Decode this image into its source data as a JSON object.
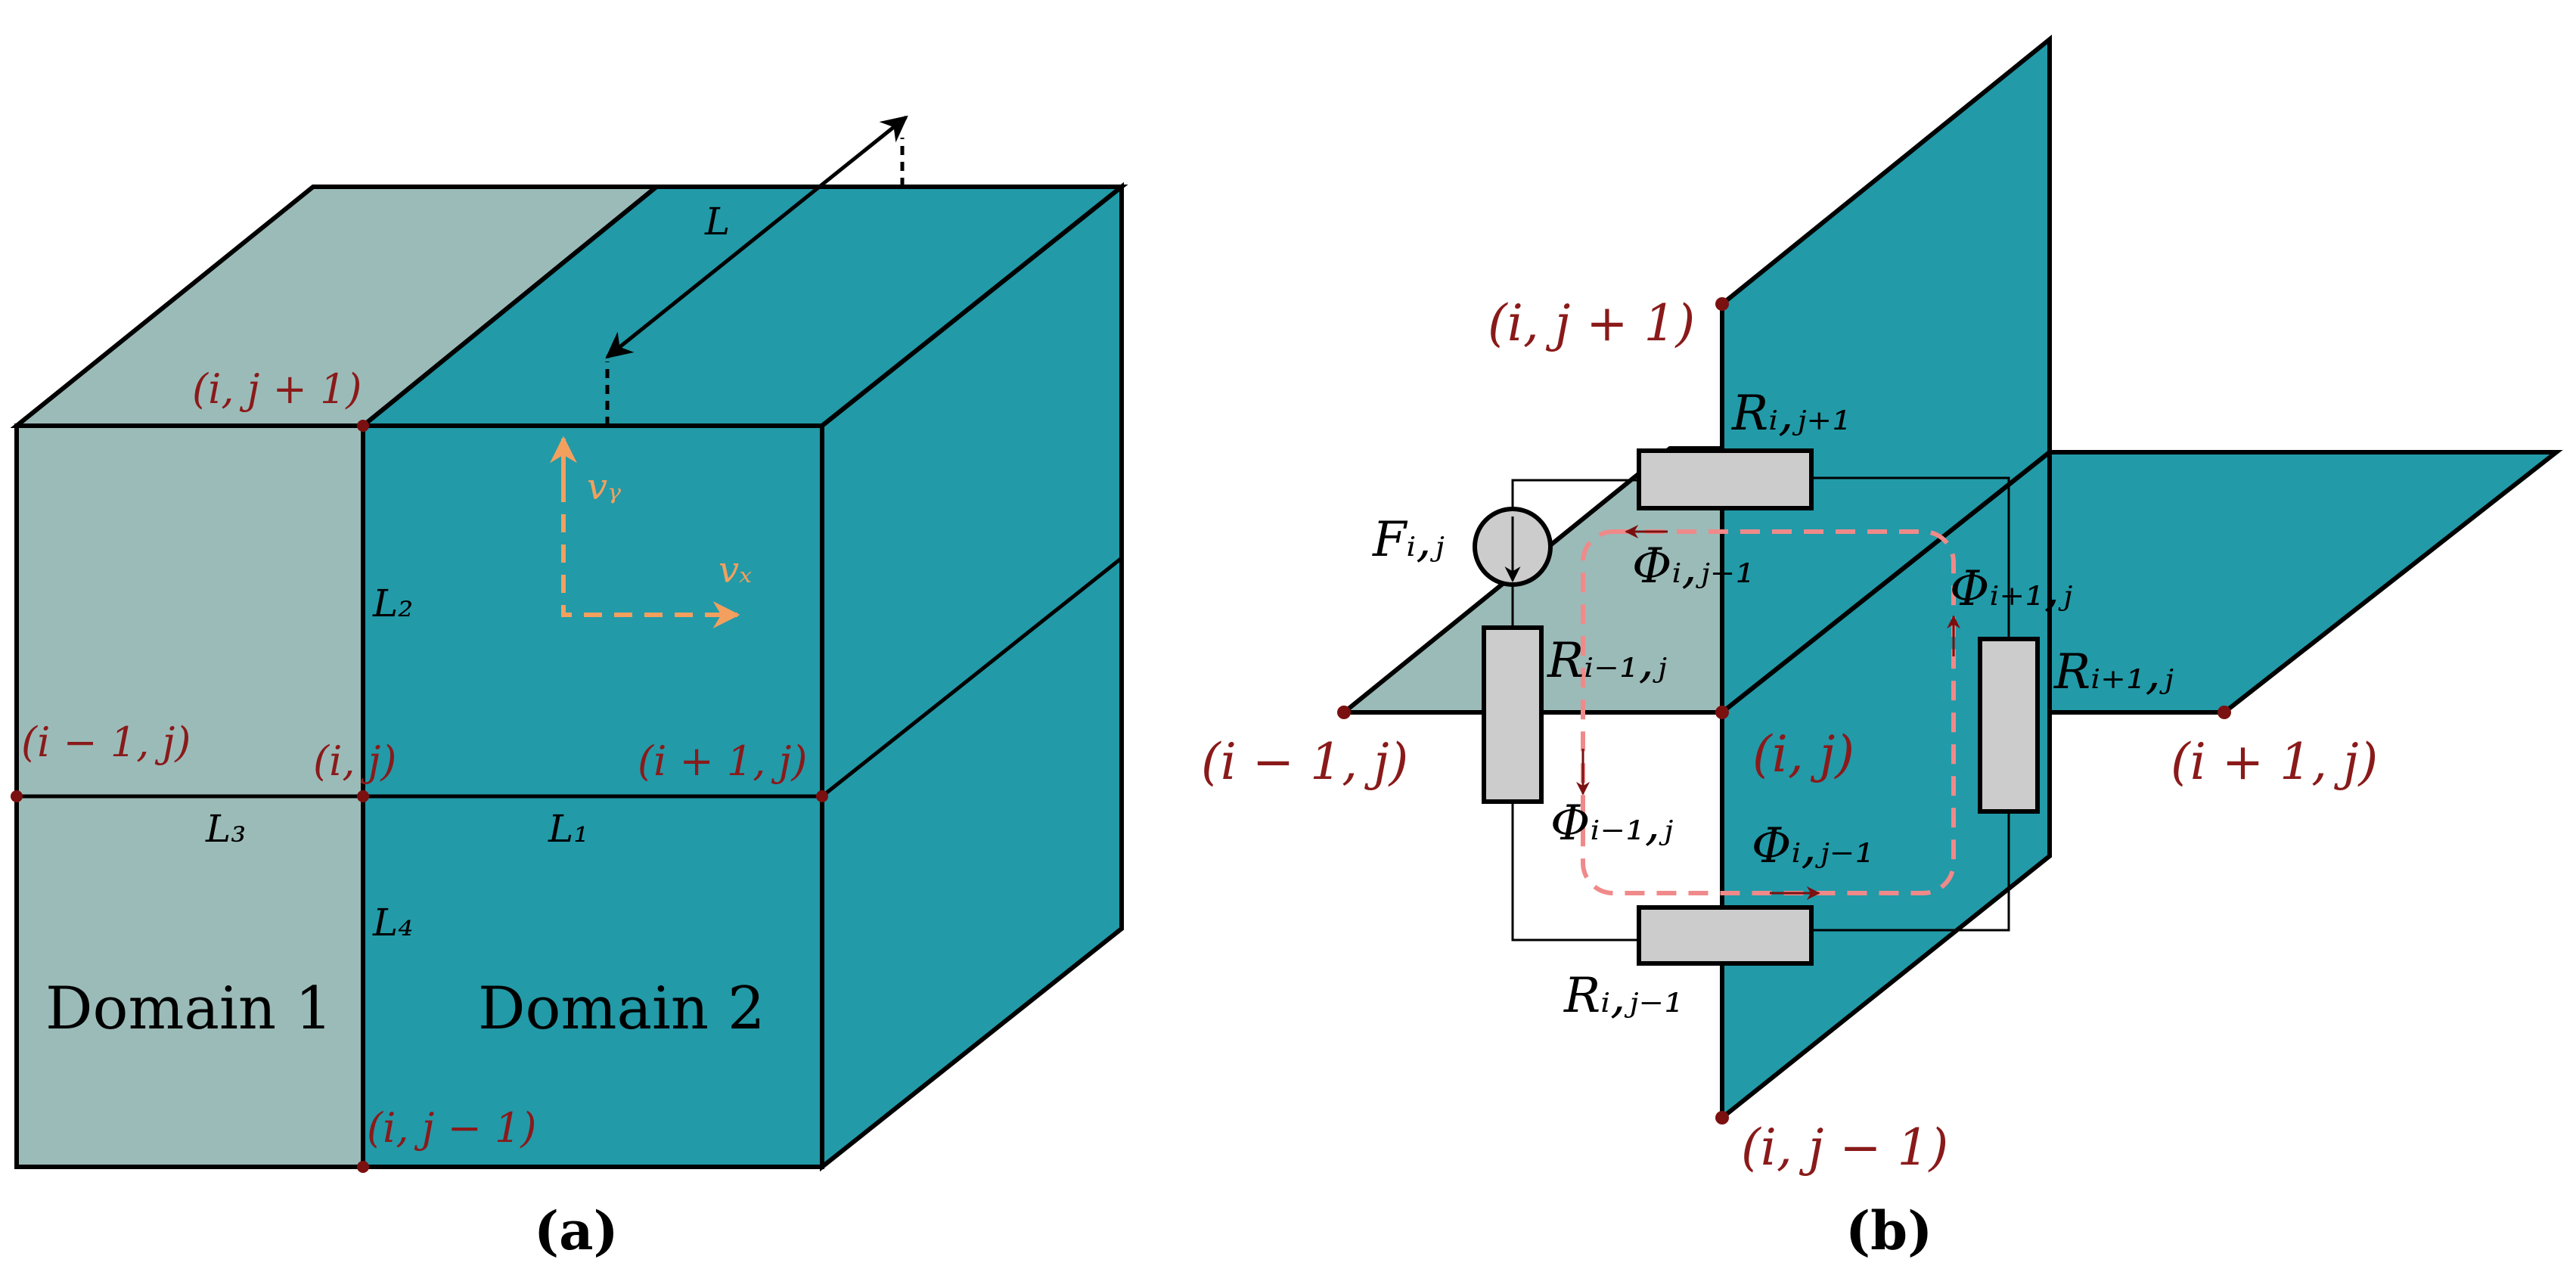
{
  "colors": {
    "teal": "#229aa8",
    "gray_teal": "#9bbbb8",
    "node": "#7b1010",
    "node_label": "#8a1a1a",
    "velocity": "#f3a05e",
    "flux_loop": "#f08a8a",
    "resistor_fill": "#cccccc"
  },
  "panel_a": {
    "caption": "(a)",
    "domain1": "Domain 1",
    "domain2": "Domain 2",
    "length_L": "L",
    "L1": "L₁",
    "L2": "L₂",
    "L3": "L₃",
    "L4": "L₄",
    "v_x": "vₓ",
    "v_y": "vᵧ",
    "nodes": {
      "top": "(i, j + 1)",
      "left": "(i − 1, j)",
      "center": "(i, j)",
      "right": "(i + 1, j)",
      "bottom": "(i, j − 1)"
    }
  },
  "panel_b": {
    "caption": "(b)",
    "nodes": {
      "top": "(i, j + 1)",
      "left": "(i − 1, j)",
      "center": "(i, j)",
      "right": "(i + 1, j)",
      "bottom": "(i, j − 1)"
    },
    "source": "Fᵢ,ⱼ",
    "resistors": {
      "top": "Rᵢ,ⱼ₊₁",
      "left": "Rᵢ₋₁,ⱼ",
      "right": "Rᵢ₊₁,ⱼ",
      "bottom": "Rᵢ,ⱼ₋₁"
    },
    "fluxes": {
      "top": "Φᵢ,ⱼ₊₁",
      "left": "Φᵢ₋₁,ⱼ",
      "right": "Φᵢ₊₁,ⱼ",
      "bottom": "Φᵢ,ⱼ₋₁"
    }
  }
}
